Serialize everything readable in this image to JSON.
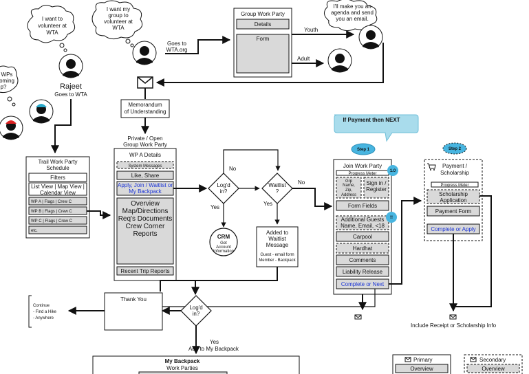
{
  "bubbles": {
    "volunteer": [
      "I want to",
      "volunteer at",
      "WTA"
    ],
    "group": [
      "I want my",
      "group to",
      "volunteer at",
      "WTA"
    ],
    "agenda": [
      "I'll make you an",
      "agenda and send",
      "you an email."
    ],
    "partial": [
      "WPs",
      "coming",
      "p?"
    ]
  },
  "person": {
    "name": "Rajeet",
    "caption": "Goes to WTA"
  },
  "goes_to_org": [
    "Goes to",
    "WTA.org"
  ],
  "group_work_party": {
    "title": "Group Work Party",
    "details": "Details",
    "form": "Form",
    "youth": "Youth",
    "adult": "Adult"
  },
  "mou": [
    "Memorandum",
    "of Understanding"
  ],
  "trail_schedule": {
    "title": [
      "Trail Work Party",
      "Schedule"
    ],
    "filters": "Filters",
    "views": [
      "List View | Map View |",
      "Calendar View"
    ],
    "rows": [
      "WP A | Flags | Crew C",
      "WP B | Flags | Crew C",
      "WP C | Flags | Crew C"
    ],
    "etc": "etc."
  },
  "open_group": {
    "heading": [
      "Private / Open",
      "Group Work Party"
    ],
    "title": "WP A Details",
    "system": "System Messages",
    "like": "Like, Share",
    "apply": [
      "Apply, Join / Waitlist or",
      "My Backpack"
    ],
    "overview": [
      "Overview",
      "Map/Directions",
      "Req's Documents",
      "Crew Corner",
      "Reports"
    ],
    "recent": "Recent Trip Reports"
  },
  "decisions": {
    "logged_in": [
      "Log'd",
      "in?"
    ],
    "waitlist": [
      "Waitlist",
      "?"
    ],
    "no": "No",
    "yes": "Yes",
    "logged_in_2": [
      "Log'd",
      "in?"
    ]
  },
  "crm": {
    "title": "CRM",
    "sub": [
      "Get",
      "Account",
      "Information"
    ]
  },
  "added_waitlist": {
    "title": [
      "Added to",
      "Waitlist",
      "Message"
    ],
    "guest": "Guest - email form",
    "member": "Member - Backpack"
  },
  "callout": "If Payment then NEXT",
  "steps": [
    "Step 1",
    "Step 2"
  ],
  "badges": [
    "1.0",
    "!!"
  ],
  "join": {
    "title": "Join Work Party",
    "progress": "Progress Meter",
    "fields": [
      "Grp",
      "Name,",
      "Zip,",
      "Address"
    ],
    "signin": [
      "Sign in /",
      "Register"
    ],
    "form_fields": "Form Fields",
    "guests": [
      "Additional Guests",
      "Name, Email, <18"
    ],
    "carpool": "Carpool",
    "hardhat": "Hardhat",
    "comments": "Comments",
    "liability": "Liability Release",
    "next": "Complete or Next"
  },
  "payment": {
    "title": [
      "Payment /",
      "Scholarship"
    ],
    "progress": "Progress Meter",
    "scholarship": [
      "Scholarship",
      "Application"
    ],
    "form": "Payment Form",
    "apply": "Complete or Apply"
  },
  "receipt": "Include Receipt or Scholarship Info",
  "thank_you": "Thank You",
  "continue": {
    "title": "Continue",
    "items": [
      "- Find a Hike",
      "- Anywhere"
    ]
  },
  "add_backpack": "Add to My Backpack",
  "my_backpack": {
    "title": "My Backpack",
    "sub": "Work Parties"
  },
  "legend": {
    "primary": "Primary",
    "secondary": "Secondary",
    "overview": "Overview"
  }
}
